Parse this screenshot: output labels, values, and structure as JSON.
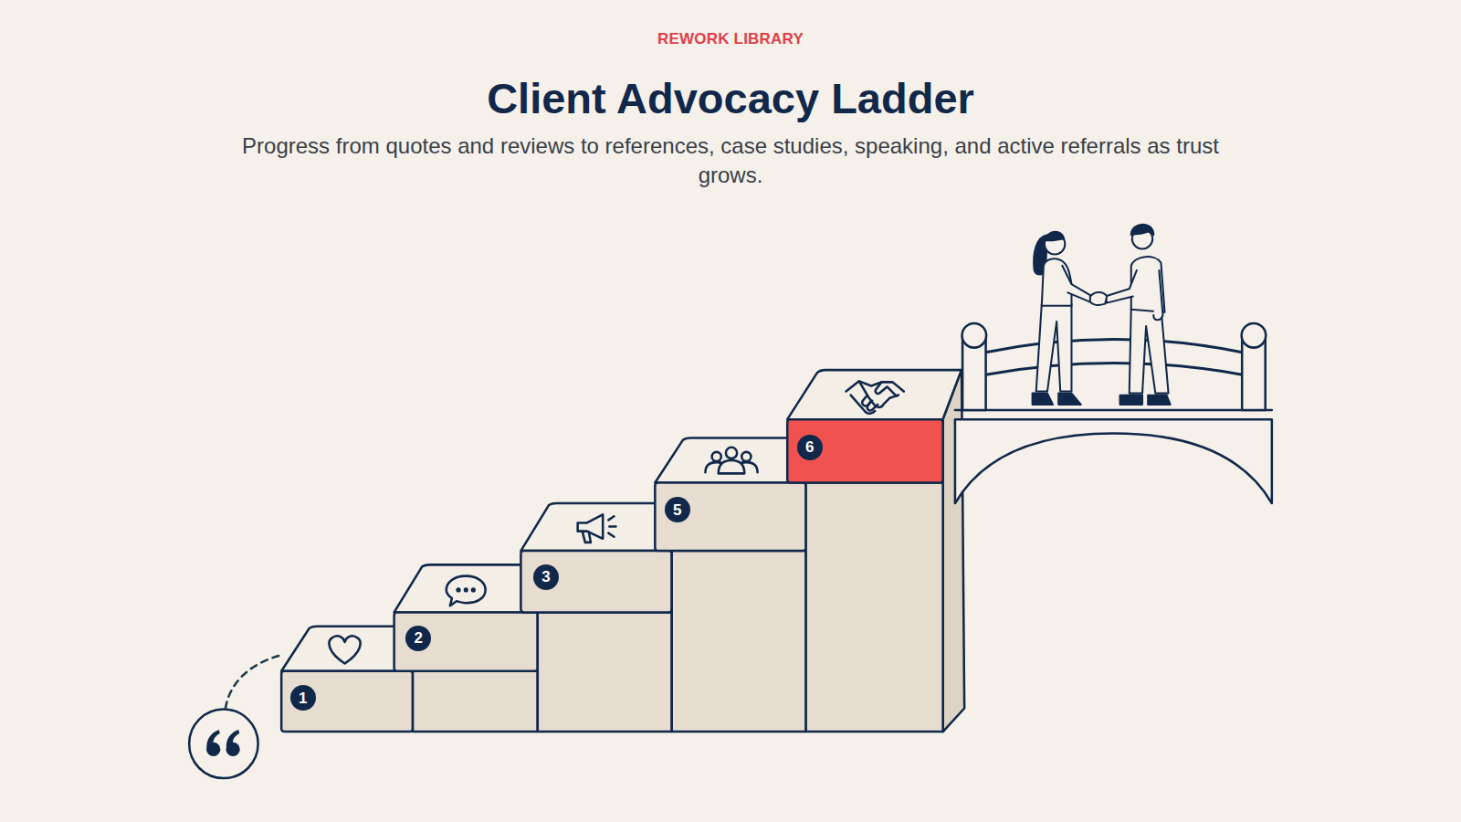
{
  "diagram": {
    "title": "Client Advocacy Ladder",
    "caption": "Progress from quotes and reviews to references, case studies, speaking, and active referrals as trust grows.",
    "nodes": [
      {
        "text": [
          "1"
        ]
      },
      {
        "text": [
          "2"
        ]
      },
      {
        "text": [
          "3"
        ]
      },
      {
        "text": [
          "5"
        ]
      },
      {
        "text": [
          "6"
        ]
      }
    ],
    "labels": [
      "REWORK LIBRARY"
    ]
  }
}
